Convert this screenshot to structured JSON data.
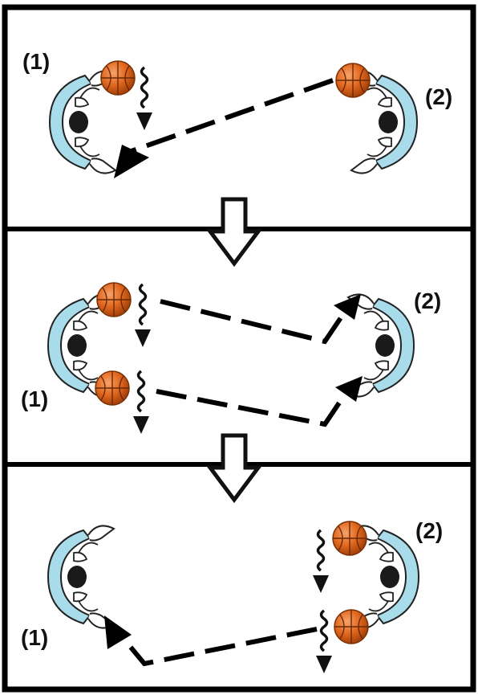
{
  "diagram": {
    "panels": [
      {
        "label_left": "(1)",
        "label_right": "(2)",
        "description_players": [
          "player-1",
          "player-2"
        ]
      },
      {
        "label_left": "(1)",
        "label_right": "(2)"
      },
      {
        "label_left": "(1)",
        "label_right": "(2)"
      }
    ],
    "colors": {
      "ball": "#e2681f",
      "ball_dark": "#a6420a",
      "player_body": "#a9dcea",
      "head": "#1a1a1a",
      "line": "#000000",
      "background": "#ffffff"
    },
    "icons": [
      "basketball-icon",
      "player-icon",
      "dribble-icon",
      "pass-arrow-icon",
      "transition-arrow-icon"
    ]
  }
}
